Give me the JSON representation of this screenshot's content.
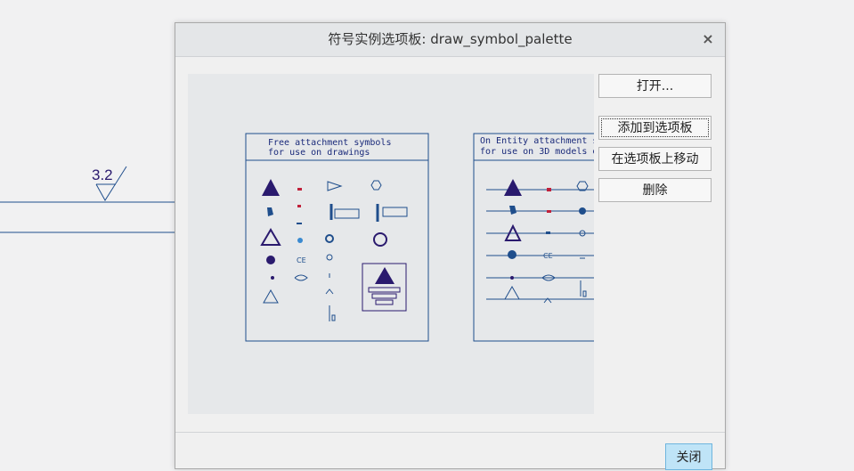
{
  "drawing": {
    "roughness_value": "3.2"
  },
  "dialog": {
    "title": "符号实例选项板: draw_symbol_palette",
    "close_glyph": "×",
    "buttons": {
      "open": "打开...",
      "add_to_palette": "添加到选项板",
      "move_on_palette": "在选项板上移动",
      "delete": "删除",
      "close": "关闭"
    }
  },
  "preview": {
    "panel1": {
      "line1": "Free attachment symbols",
      "line2": "for use on drawings"
    },
    "panel2": {
      "line1": "On Entity attachment s",
      "line2": "for use on 3D models o"
    }
  },
  "colors": {
    "line": "#1f4e8c",
    "symbol": "#2a1a6e",
    "accent": "#c0203a",
    "close_bg": "#bfe4f7"
  }
}
